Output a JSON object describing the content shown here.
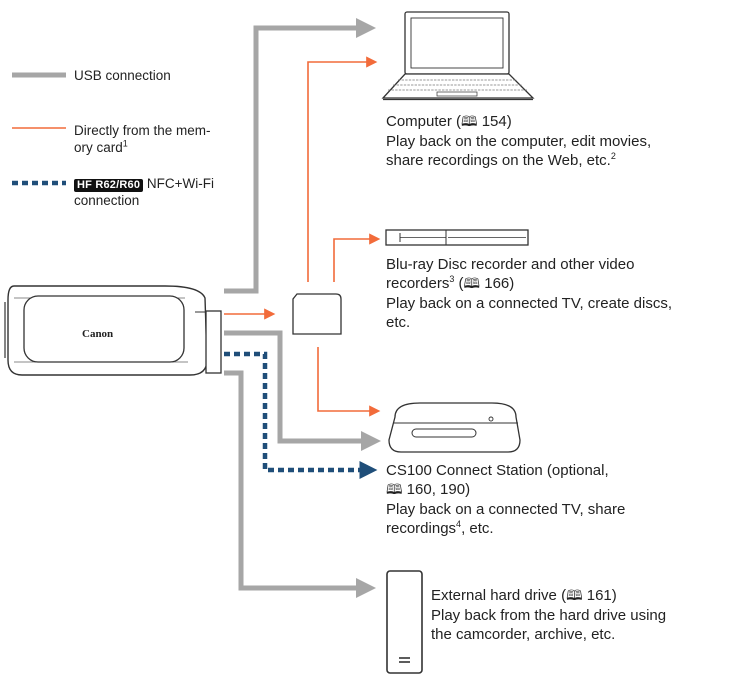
{
  "legend": {
    "usb_label": "USB connection",
    "card_label_1": "Directly from the mem-",
    "card_label_2": "ory card",
    "card_sup": "1",
    "wifi_model": "HF R62/R60",
    "wifi_label_1": " NFC+Wi-Fi",
    "wifi_label_2": "connection"
  },
  "camcorder": {
    "brand": "Canon"
  },
  "computer": {
    "title_a": "Computer (",
    "title_page": " 154)",
    "desc_1": "Play back on the computer, edit movies,",
    "desc_2": "share recordings on the Web, etc.",
    "desc_sup": "2"
  },
  "bluray": {
    "line_1": "Blu-ray Disc recorder and other video",
    "line_2a": "recorders",
    "line_2_sup": "3",
    "line_2b": " (",
    "line_2_page": " 166)",
    "desc_1": "Play back on a connected TV, create discs,",
    "desc_2": "etc."
  },
  "station": {
    "line_1": "CS100 Connect Station (optional,",
    "line_2_page": " 160, 190)",
    "desc_1": "Play back on a connected TV, share",
    "desc_2a": "recordings",
    "desc_sup": "4",
    "desc_2b": ", etc."
  },
  "hdd": {
    "line_1a": "External hard drive (",
    "line_1_page": " 161)",
    "desc_1": "Play back from the hard drive using",
    "desc_2": "the camcorder, archive, etc."
  },
  "colors": {
    "usb": "#a6a6a6",
    "card": "#f26b3a",
    "wifi": "#1f4e79"
  },
  "icons": {
    "manual_reference": "book-icon"
  }
}
